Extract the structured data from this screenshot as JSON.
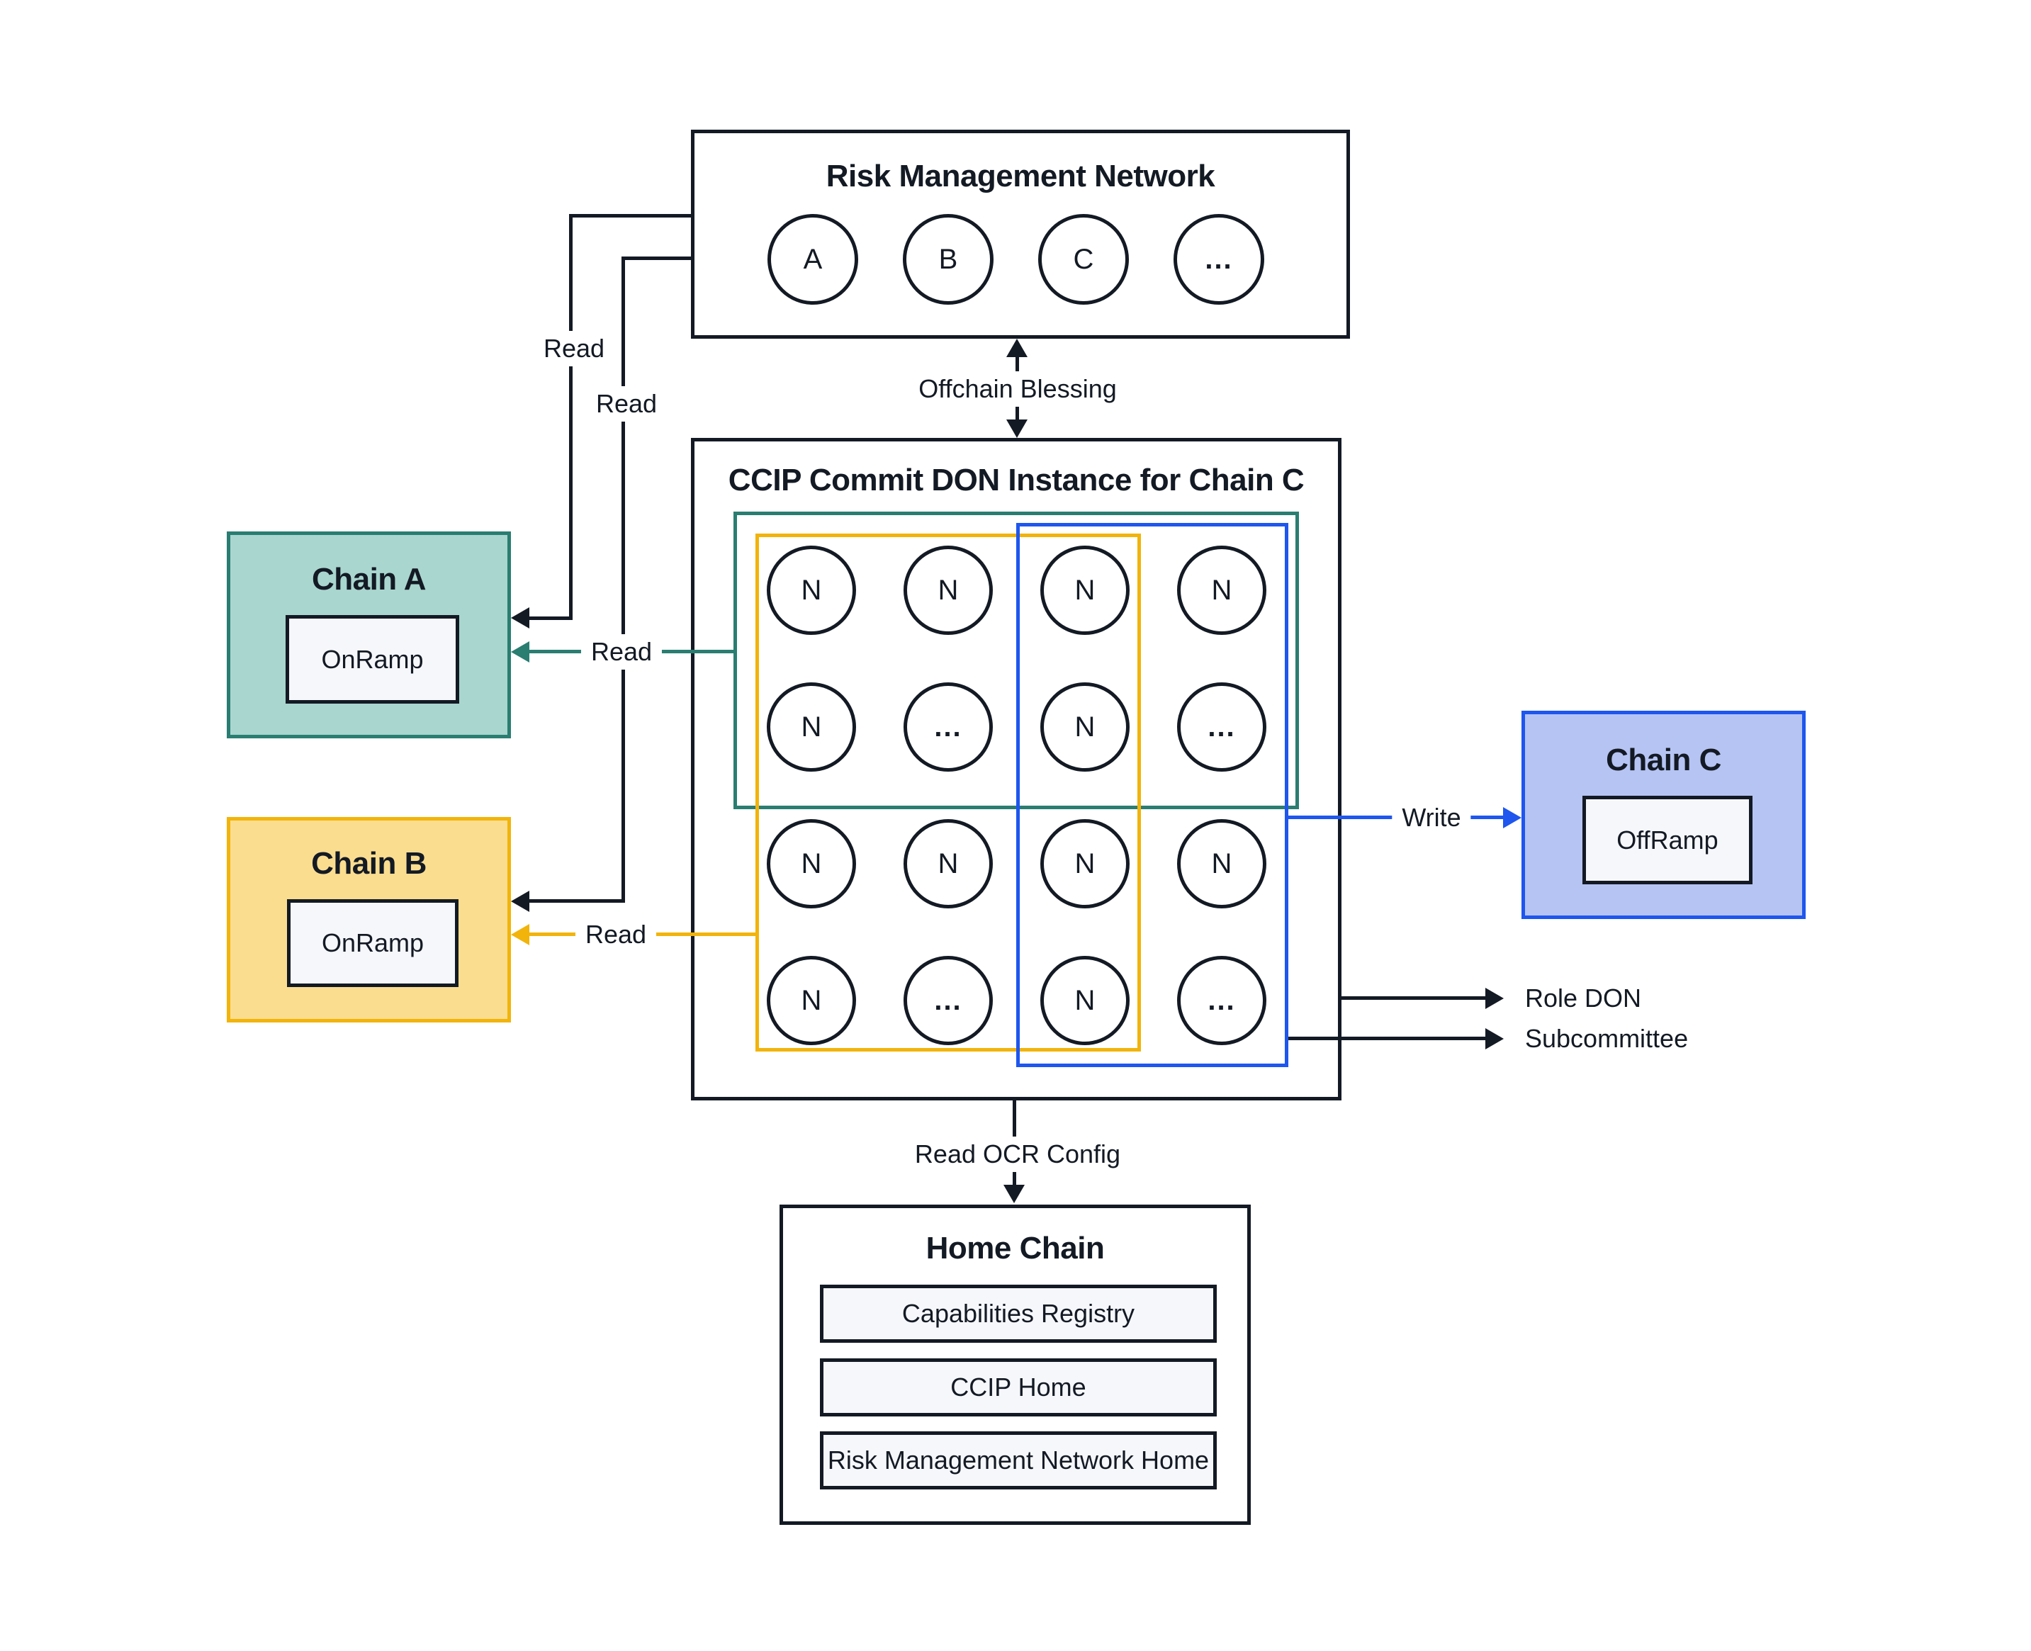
{
  "colors": {
    "ink": "#131a24",
    "teal_stroke": "#2a7d71",
    "teal_fill": "#a9d6cf",
    "yellow_stroke": "#f2b40b",
    "yellow_fill": "#fbdd90",
    "blue_stroke": "#1e56ee",
    "blue_fill": "#b6c4f3",
    "inner_box_fill": "#f6f7fb",
    "background": "#ffffff"
  },
  "risk_management_network": {
    "title": "Risk Management Network",
    "nodes": [
      "A",
      "B",
      "C",
      "..."
    ]
  },
  "commit_don": {
    "title": "CCIP Commit DON Instance for Chain C",
    "nodes": [
      "N",
      "N",
      "N",
      "N",
      "N",
      "...",
      "N",
      "...",
      "N",
      "N",
      "N",
      "N",
      "N",
      "...",
      "N",
      "..."
    ]
  },
  "chain_a": {
    "title": "Chain A",
    "contract": "OnRamp"
  },
  "chain_b": {
    "title": "Chain B",
    "contract": "OnRamp"
  },
  "chain_c": {
    "title": "Chain C",
    "contract": "OffRamp"
  },
  "home_chain": {
    "title": "Home Chain",
    "contracts": [
      "Capabilities Registry",
      "CCIP Home",
      "Risk Management Network Home"
    ]
  },
  "edge_labels": {
    "offchain_blessing": "Offchain Blessing",
    "read_ocr_config": "Read OCR Config",
    "read_rmn_to_chain_a": "Read",
    "read_rmn_to_chain_b": "Read",
    "read_don_chain_a": "Read",
    "read_don_chain_b": "Read",
    "write": "Write",
    "role_don": "Role DON",
    "subcommittee": "Subcommittee"
  }
}
